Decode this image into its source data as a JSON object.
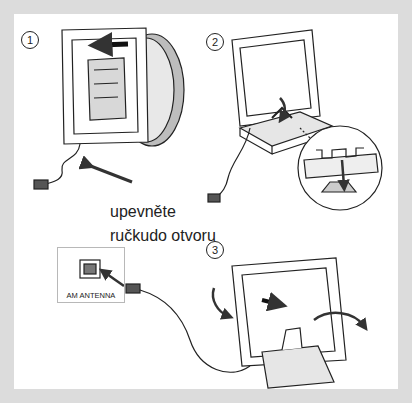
{
  "diagram": {
    "nodes": [
      {
        "text": [
          "1"
        ]
      },
      {
        "text": [
          "2"
        ]
      },
      {
        "text": [
          "3"
        ]
      },
      {
        "text": [
          "AM ANTENNA"
        ]
      }
    ],
    "labels": [
      "upevněte ručkudo otvoru"
    ]
  }
}
